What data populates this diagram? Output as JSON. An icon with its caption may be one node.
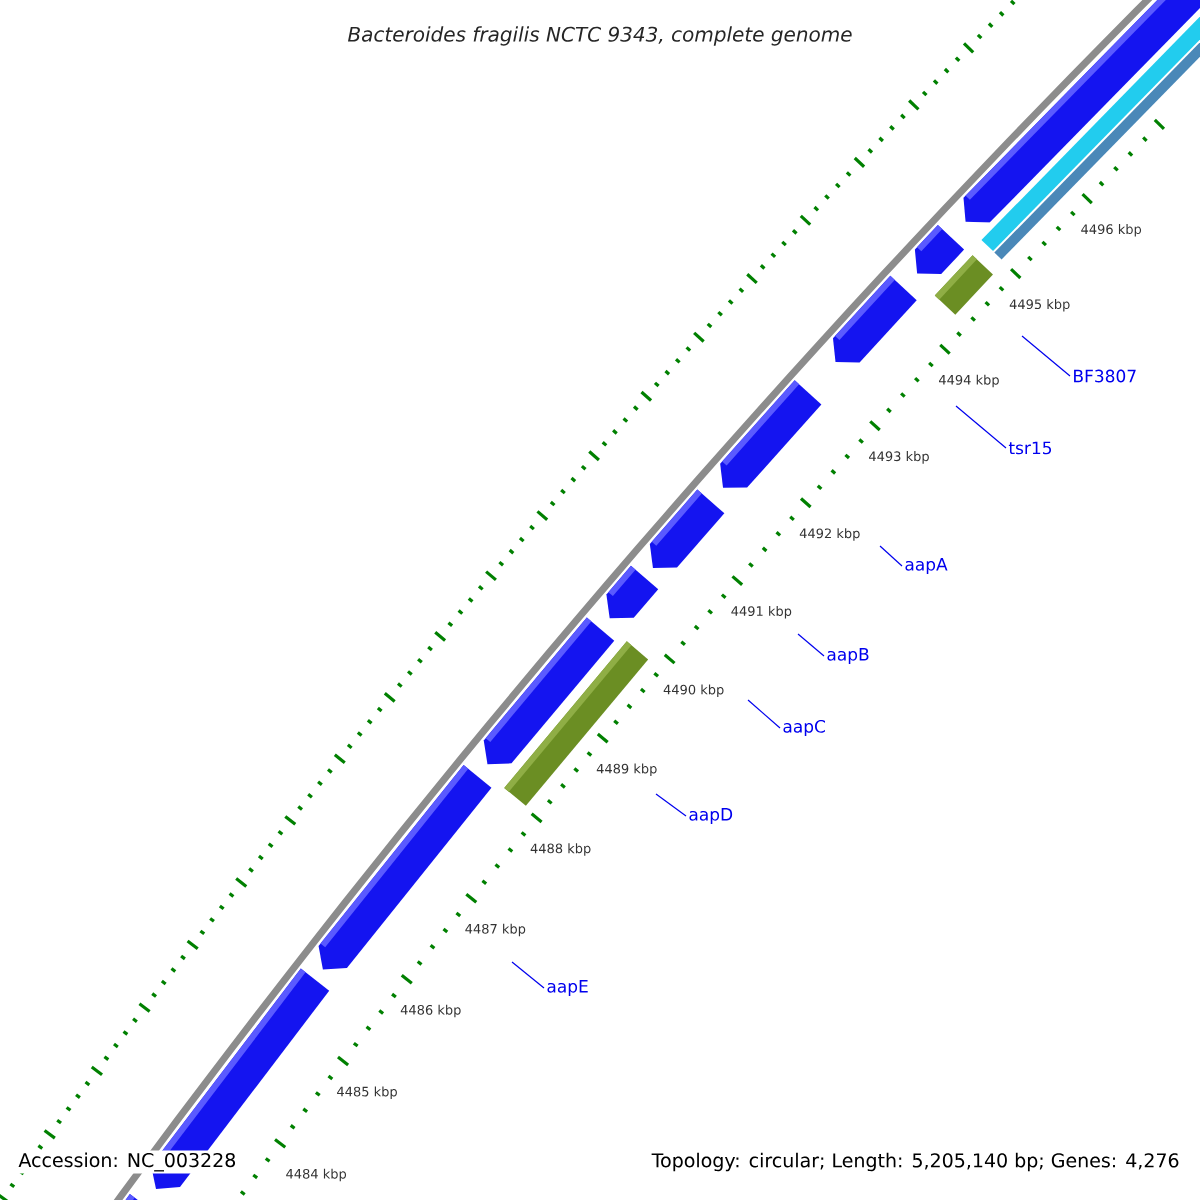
{
  "diagram": {
    "title": "Bacteroides fragilis NCTC 9343, complete genome",
    "nodes": [
      {
        "text": [
          "BF3807"
        ]
      },
      {
        "text": [
          "tsr15"
        ]
      },
      {
        "text": [
          "aapA"
        ]
      },
      {
        "text": [
          "aapB"
        ]
      },
      {
        "text": [
          "aapC"
        ]
      },
      {
        "text": [
          "aapD"
        ]
      },
      {
        "text": [
          "aapE"
        ]
      }
    ],
    "edges": [
      {
        "from": 0,
        "to": null,
        "arrow": "none"
      },
      {
        "from": 1,
        "to": null,
        "arrow": "none"
      },
      {
        "from": 2,
        "to": null,
        "arrow": "none"
      },
      {
        "from": 3,
        "to": null,
        "arrow": "none"
      },
      {
        "from": 4,
        "to": null,
        "arrow": "none"
      },
      {
        "from": 5,
        "to": null,
        "arrow": "none"
      },
      {
        "from": 6,
        "to": null,
        "arrow": "none"
      }
    ],
    "labels": [
      "4496 kbp",
      "4495 kbp",
      "4494 kbp",
      "4493 kbp",
      "4492 kbp",
      "4491 kbp",
      "4490 kbp",
      "4489 kbp",
      "4488 kbp",
      "4487 kbp",
      "4486 kbp",
      "4485 kbp",
      "4484 kbp",
      "Accession: NC_003228",
      "Topology: circular; Length: 5,205,140 bp; Genes: 4,276"
    ]
  }
}
